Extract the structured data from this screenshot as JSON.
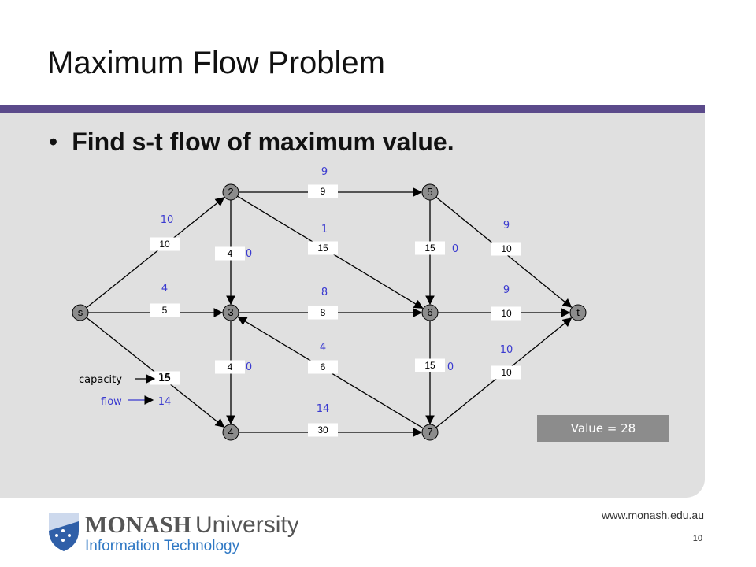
{
  "slide": {
    "title": "Maximum Flow Problem",
    "bullet": "Find s-t flow of maximum value.",
    "bullet_marker": "•",
    "value_label": "Value = 28",
    "url": "www.monash.edu.au",
    "page_number": "10"
  },
  "logo": {
    "name": "MONASH",
    "name_suffix": "University",
    "faculty": "Information Technology"
  },
  "legend": {
    "capacity_label": "capacity",
    "flow_label": "flow",
    "capacity_value": "15",
    "flow_value": "14"
  },
  "graph": {
    "nodes": [
      {
        "id": "s",
        "label": "s"
      },
      {
        "id": "2",
        "label": "2"
      },
      {
        "id": "3",
        "label": "3"
      },
      {
        "id": "4",
        "label": "4"
      },
      {
        "id": "5",
        "label": "5"
      },
      {
        "id": "6",
        "label": "6"
      },
      {
        "id": "7",
        "label": "7"
      },
      {
        "id": "t",
        "label": "t"
      }
    ],
    "edges": [
      {
        "from": "s",
        "to": "2",
        "capacity": "10",
        "flow": "10"
      },
      {
        "from": "s",
        "to": "3",
        "capacity": "5",
        "flow": "4"
      },
      {
        "from": "s",
        "to": "4",
        "capacity": "15",
        "flow": ""
      },
      {
        "from": "2",
        "to": "5",
        "capacity": "9",
        "flow": "9"
      },
      {
        "from": "2",
        "to": "6",
        "capacity": "15",
        "flow": "1"
      },
      {
        "from": "2",
        "to": "3",
        "capacity": "4",
        "flow": "0"
      },
      {
        "from": "3",
        "to": "6",
        "capacity": "8",
        "flow": "8"
      },
      {
        "from": "3",
        "to": "4",
        "capacity": "4",
        "flow": "0"
      },
      {
        "from": "5",
        "to": "6",
        "capacity": "15",
        "flow": "0"
      },
      {
        "from": "5",
        "to": "t",
        "capacity": "10",
        "flow": "9"
      },
      {
        "from": "6",
        "to": "t",
        "capacity": "10",
        "flow": "9"
      },
      {
        "from": "6",
        "to": "7",
        "capacity": "15",
        "flow": "0"
      },
      {
        "from": "7",
        "to": "3",
        "capacity": "6",
        "flow": "4"
      },
      {
        "from": "4",
        "to": "7",
        "capacity": "30",
        "flow": "14"
      },
      {
        "from": "7",
        "to": "t",
        "capacity": "10",
        "flow": "10"
      }
    ]
  },
  "colors": {
    "accent_bar": "#5b4a8b",
    "panel": "#e0e0e0",
    "node_fill": "#8c8c8c",
    "flow_text": "#3a3ad0",
    "value_box": "#8c8c8c"
  }
}
